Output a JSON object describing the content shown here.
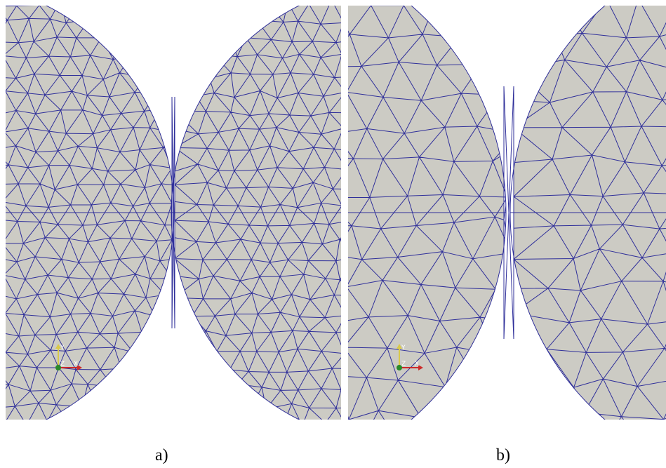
{
  "figure": {
    "panels": [
      {
        "id": "a",
        "caption": "a)",
        "mesh": "fine"
      },
      {
        "id": "b",
        "caption": "b)",
        "mesh": "coarse"
      }
    ],
    "axes_triad": {
      "x_label": "X",
      "y_label": "Y",
      "z_label": "Z"
    },
    "colors": {
      "background": "#ffffff",
      "body_fill": "#cccbc4",
      "mesh_lines": "#2f2f9a",
      "x_axis": "#cc2b2b",
      "y_axis": "#d9c94a",
      "z_axis": "#2a8a2a"
    }
  }
}
